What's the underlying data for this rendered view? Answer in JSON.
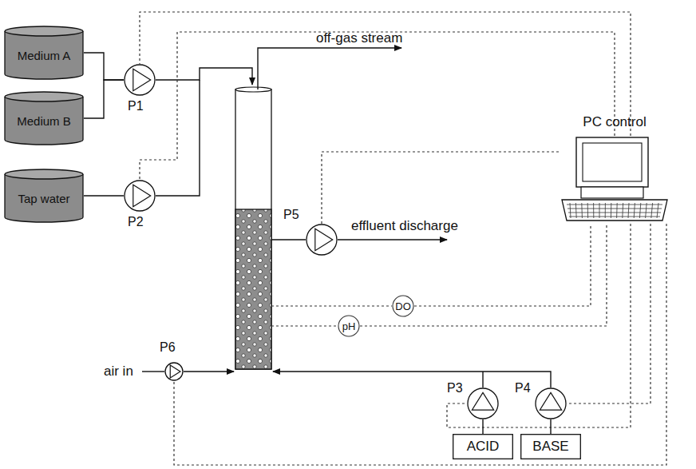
{
  "diagram": {
    "nodes": [
      {
        "text": [
          "Medium A"
        ]
      },
      {
        "text": [
          "Medium B"
        ]
      },
      {
        "text": [
          "Tap water"
        ]
      },
      {
        "text": [
          "P1"
        ]
      },
      {
        "text": [
          "P2"
        ]
      },
      {
        "text": [
          "P6"
        ]
      },
      {
        "text": [
          "P5"
        ]
      },
      {
        "text": [
          "DO"
        ]
      },
      {
        "text": [
          "pH"
        ]
      },
      {
        "text": [
          "PC control"
        ]
      },
      {
        "text": [
          "P3"
        ]
      },
      {
        "text": [
          "P4"
        ]
      },
      {
        "text": [
          "ACID"
        ]
      },
      {
        "text": [
          "BASE"
        ]
      }
    ],
    "edges": [
      {
        "from": 0,
        "to": 3,
        "arrow": "none"
      },
      {
        "from": 1,
        "to": 3,
        "arrow": "none"
      },
      {
        "from": 2,
        "to": 4,
        "arrow": "none"
      },
      {
        "from": 9,
        "to": 3,
        "arrow": "none"
      },
      {
        "from": 9,
        "to": 4,
        "arrow": "none"
      },
      {
        "from": 9,
        "to": 6,
        "arrow": "none"
      },
      {
        "from": 7,
        "to": 9,
        "arrow": "none"
      },
      {
        "from": 8,
        "to": 9,
        "arrow": "none"
      },
      {
        "from": 9,
        "to": 10,
        "arrow": "none"
      },
      {
        "from": 9,
        "to": 11,
        "arrow": "none"
      },
      {
        "from": 9,
        "to": 5,
        "arrow": "none"
      },
      {
        "from": 12,
        "to": 10,
        "arrow": "none"
      },
      {
        "from": 13,
        "to": 11,
        "arrow": "none"
      }
    ],
    "labels": [
      "off-gas stream",
      "effluent discharge",
      "air in"
    ]
  }
}
